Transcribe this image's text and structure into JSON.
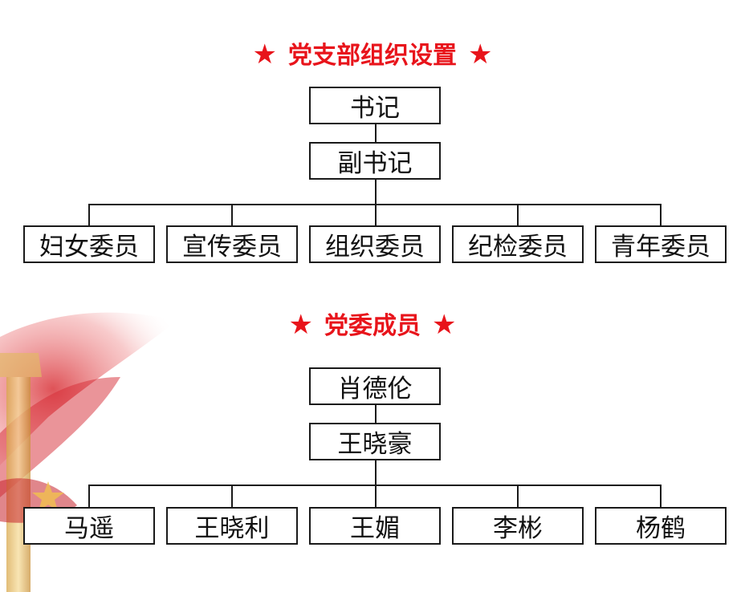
{
  "org": {
    "title": "党支部组织设置",
    "star_left": "★",
    "star_right": "★",
    "top": [
      "书记",
      "副书记"
    ],
    "members": [
      "妇女委员",
      "宣传委员",
      "组织委员",
      "纪检委员",
      "青年委员"
    ]
  },
  "committee": {
    "title": "党委成员",
    "star_left": "★",
    "star_right": "★",
    "top": [
      "肖德伦",
      "王晓豪"
    ],
    "members": [
      "马遥",
      "王晓利",
      "王媚",
      "李彬",
      "杨鹤"
    ]
  },
  "colors": {
    "accent": "#e8141b",
    "border": "#1a1a1a",
    "background": "#ffffff"
  }
}
